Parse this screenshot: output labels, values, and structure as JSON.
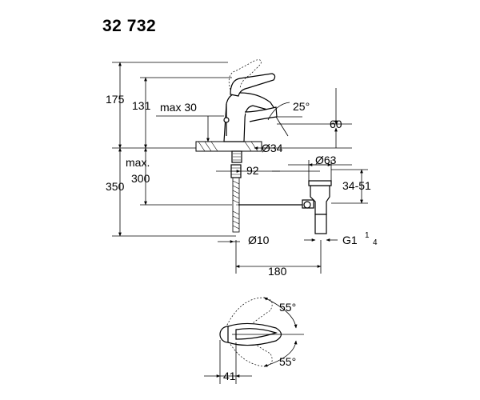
{
  "title": "32 732",
  "dimensions": {
    "d175": "175",
    "d131": "131",
    "max30": "max 30",
    "angle25": "25°",
    "d60": "60",
    "dia34": "Ø34",
    "d92": "92",
    "dia63": "Ø63",
    "max_label": "max.",
    "d300": "300",
    "d350": "350",
    "range3451": "34-51",
    "dia10": "Ø10",
    "thread_g1": "G1",
    "thread_num": "1",
    "thread_den": "4",
    "d180": "180",
    "angle55_top": "55°",
    "angle55_bottom": "55°",
    "d41": "41"
  }
}
